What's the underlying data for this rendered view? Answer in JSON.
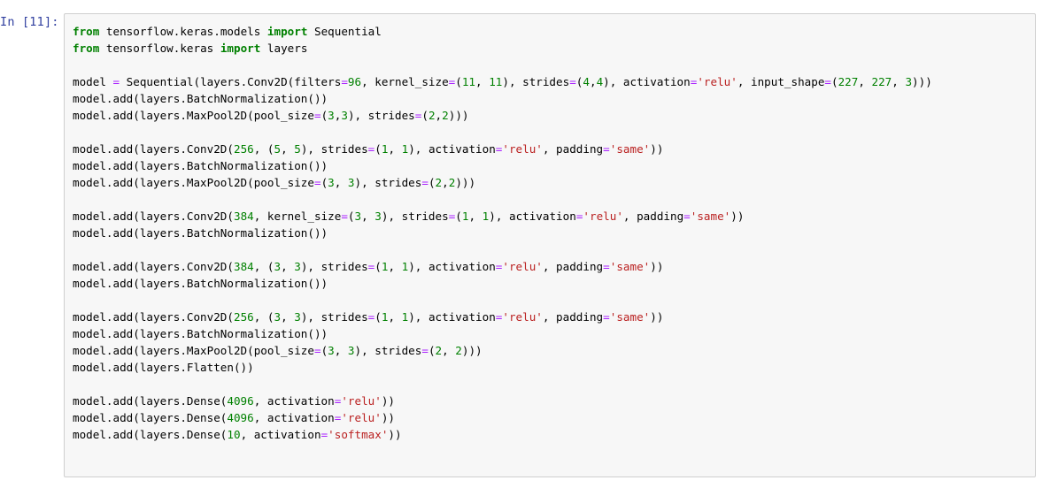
{
  "cell": {
    "prompt_label": "In [11]:",
    "cell_type": "code",
    "language": "python",
    "execution_count": 11,
    "colors": {
      "prompt": "#303f9f",
      "cell_background": "#f7f7f7",
      "cell_border": "#cfcfcf",
      "page_background": "#ffffff",
      "keyword": "#008000",
      "number": "#008000",
      "string": "#ba2121",
      "operator": "#aa22ff",
      "plain": "#000000"
    },
    "source_text": "from tensorflow.keras.models import Sequential\nfrom tensorflow.keras import layers\n\nmodel = Sequential(layers.Conv2D(filters=96, kernel_size=(11, 11), strides=(4,4), activation='relu', input_shape=(227, 227, 3)))\nmodel.add(layers.BatchNormalization())\nmodel.add(layers.MaxPool2D(pool_size=(3,3), strides=(2,2)))\n\nmodel.add(layers.Conv2D(256, (5, 5), strides=(1, 1), activation='relu', padding='same'))\nmodel.add(layers.BatchNormalization())\nmodel.add(layers.MaxPool2D(pool_size=(3, 3), strides=(2,2)))\n\nmodel.add(layers.Conv2D(384, kernel_size=(3, 3), strides=(1, 1), activation='relu', padding='same'))\nmodel.add(layers.BatchNormalization())\n\nmodel.add(layers.Conv2D(384, (3, 3), strides=(1, 1), activation='relu', padding='same'))\nmodel.add(layers.BatchNormalization())\n\nmodel.add(layers.Conv2D(256, (3, 3), strides=(1, 1), activation='relu', padding='same'))\nmodel.add(layers.BatchNormalization())\nmodel.add(layers.MaxPool2D(pool_size=(3, 3), strides=(2, 2)))\nmodel.add(layers.Flatten())\n\nmodel.add(layers.Dense(4096, activation='relu'))\nmodel.add(layers.Dense(4096, activation='relu'))\nmodel.add(layers.Dense(10, activation='softmax'))",
    "lines": [
      {
        "n": 1,
        "tokens": [
          {
            "t": "from",
            "c": "kw"
          },
          {
            "t": " tensorflow.keras.models ",
            "c": "plain"
          },
          {
            "t": "import",
            "c": "kw"
          },
          {
            "t": " Sequential",
            "c": "plain"
          }
        ]
      },
      {
        "n": 2,
        "tokens": [
          {
            "t": "from",
            "c": "kw"
          },
          {
            "t": " tensorflow.keras ",
            "c": "plain"
          },
          {
            "t": "import",
            "c": "kw"
          },
          {
            "t": " layers",
            "c": "plain"
          }
        ]
      },
      {
        "n": 3,
        "tokens": []
      },
      {
        "n": 4,
        "tokens": [
          {
            "t": "model ",
            "c": "plain"
          },
          {
            "t": "=",
            "c": "op"
          },
          {
            "t": " Sequential(layers.Conv2D(filters",
            "c": "plain"
          },
          {
            "t": "=",
            "c": "op"
          },
          {
            "t": "96",
            "c": "num"
          },
          {
            "t": ", kernel_size",
            "c": "plain"
          },
          {
            "t": "=",
            "c": "op"
          },
          {
            "t": "(",
            "c": "plain"
          },
          {
            "t": "11",
            "c": "num"
          },
          {
            "t": ", ",
            "c": "plain"
          },
          {
            "t": "11",
            "c": "num"
          },
          {
            "t": "), strides",
            "c": "plain"
          },
          {
            "t": "=",
            "c": "op"
          },
          {
            "t": "(",
            "c": "plain"
          },
          {
            "t": "4",
            "c": "num"
          },
          {
            "t": ",",
            "c": "plain"
          },
          {
            "t": "4",
            "c": "num"
          },
          {
            "t": "), activation",
            "c": "plain"
          },
          {
            "t": "=",
            "c": "op"
          },
          {
            "t": "'relu'",
            "c": "str"
          },
          {
            "t": ", input_shape",
            "c": "plain"
          },
          {
            "t": "=",
            "c": "op"
          },
          {
            "t": "(",
            "c": "plain"
          },
          {
            "t": "227",
            "c": "num"
          },
          {
            "t": ", ",
            "c": "plain"
          },
          {
            "t": "227",
            "c": "num"
          },
          {
            "t": ", ",
            "c": "plain"
          },
          {
            "t": "3",
            "c": "num"
          },
          {
            "t": ")))",
            "c": "plain"
          }
        ]
      },
      {
        "n": 5,
        "tokens": [
          {
            "t": "model.add(layers.BatchNormalization())",
            "c": "plain"
          }
        ]
      },
      {
        "n": 6,
        "tokens": [
          {
            "t": "model.add(layers.MaxPool2D(pool_size",
            "c": "plain"
          },
          {
            "t": "=",
            "c": "op"
          },
          {
            "t": "(",
            "c": "plain"
          },
          {
            "t": "3",
            "c": "num"
          },
          {
            "t": ",",
            "c": "plain"
          },
          {
            "t": "3",
            "c": "num"
          },
          {
            "t": "), strides",
            "c": "plain"
          },
          {
            "t": "=",
            "c": "op"
          },
          {
            "t": "(",
            "c": "plain"
          },
          {
            "t": "2",
            "c": "num"
          },
          {
            "t": ",",
            "c": "plain"
          },
          {
            "t": "2",
            "c": "num"
          },
          {
            "t": ")))",
            "c": "plain"
          }
        ]
      },
      {
        "n": 7,
        "tokens": []
      },
      {
        "n": 8,
        "tokens": [
          {
            "t": "model.add(layers.Conv2D(",
            "c": "plain"
          },
          {
            "t": "256",
            "c": "num"
          },
          {
            "t": ", (",
            "c": "plain"
          },
          {
            "t": "5",
            "c": "num"
          },
          {
            "t": ", ",
            "c": "plain"
          },
          {
            "t": "5",
            "c": "num"
          },
          {
            "t": "), strides",
            "c": "plain"
          },
          {
            "t": "=",
            "c": "op"
          },
          {
            "t": "(",
            "c": "plain"
          },
          {
            "t": "1",
            "c": "num"
          },
          {
            "t": ", ",
            "c": "plain"
          },
          {
            "t": "1",
            "c": "num"
          },
          {
            "t": "), activation",
            "c": "plain"
          },
          {
            "t": "=",
            "c": "op"
          },
          {
            "t": "'relu'",
            "c": "str"
          },
          {
            "t": ", padding",
            "c": "plain"
          },
          {
            "t": "=",
            "c": "op"
          },
          {
            "t": "'same'",
            "c": "str"
          },
          {
            "t": "))",
            "c": "plain"
          }
        ]
      },
      {
        "n": 9,
        "tokens": [
          {
            "t": "model.add(layers.BatchNormalization())",
            "c": "plain"
          }
        ]
      },
      {
        "n": 10,
        "tokens": [
          {
            "t": "model.add(layers.MaxPool2D(pool_size",
            "c": "plain"
          },
          {
            "t": "=",
            "c": "op"
          },
          {
            "t": "(",
            "c": "plain"
          },
          {
            "t": "3",
            "c": "num"
          },
          {
            "t": ", ",
            "c": "plain"
          },
          {
            "t": "3",
            "c": "num"
          },
          {
            "t": "), strides",
            "c": "plain"
          },
          {
            "t": "=",
            "c": "op"
          },
          {
            "t": "(",
            "c": "plain"
          },
          {
            "t": "2",
            "c": "num"
          },
          {
            "t": ",",
            "c": "plain"
          },
          {
            "t": "2",
            "c": "num"
          },
          {
            "t": ")))",
            "c": "plain"
          }
        ]
      },
      {
        "n": 11,
        "tokens": []
      },
      {
        "n": 12,
        "tokens": [
          {
            "t": "model.add(layers.Conv2D(",
            "c": "plain"
          },
          {
            "t": "384",
            "c": "num"
          },
          {
            "t": ", kernel_size",
            "c": "plain"
          },
          {
            "t": "=",
            "c": "op"
          },
          {
            "t": "(",
            "c": "plain"
          },
          {
            "t": "3",
            "c": "num"
          },
          {
            "t": ", ",
            "c": "plain"
          },
          {
            "t": "3",
            "c": "num"
          },
          {
            "t": "), strides",
            "c": "plain"
          },
          {
            "t": "=",
            "c": "op"
          },
          {
            "t": "(",
            "c": "plain"
          },
          {
            "t": "1",
            "c": "num"
          },
          {
            "t": ", ",
            "c": "plain"
          },
          {
            "t": "1",
            "c": "num"
          },
          {
            "t": "), activation",
            "c": "plain"
          },
          {
            "t": "=",
            "c": "op"
          },
          {
            "t": "'relu'",
            "c": "str"
          },
          {
            "t": ", padding",
            "c": "plain"
          },
          {
            "t": "=",
            "c": "op"
          },
          {
            "t": "'same'",
            "c": "str"
          },
          {
            "t": "))",
            "c": "plain"
          }
        ]
      },
      {
        "n": 13,
        "tokens": [
          {
            "t": "model.add(layers.BatchNormalization())",
            "c": "plain"
          }
        ]
      },
      {
        "n": 14,
        "tokens": []
      },
      {
        "n": 15,
        "tokens": [
          {
            "t": "model.add(layers.Conv2D(",
            "c": "plain"
          },
          {
            "t": "384",
            "c": "num"
          },
          {
            "t": ", (",
            "c": "plain"
          },
          {
            "t": "3",
            "c": "num"
          },
          {
            "t": ", ",
            "c": "plain"
          },
          {
            "t": "3",
            "c": "num"
          },
          {
            "t": "), strides",
            "c": "plain"
          },
          {
            "t": "=",
            "c": "op"
          },
          {
            "t": "(",
            "c": "plain"
          },
          {
            "t": "1",
            "c": "num"
          },
          {
            "t": ", ",
            "c": "plain"
          },
          {
            "t": "1",
            "c": "num"
          },
          {
            "t": "), activation",
            "c": "plain"
          },
          {
            "t": "=",
            "c": "op"
          },
          {
            "t": "'relu'",
            "c": "str"
          },
          {
            "t": ", padding",
            "c": "plain"
          },
          {
            "t": "=",
            "c": "op"
          },
          {
            "t": "'same'",
            "c": "str"
          },
          {
            "t": "))",
            "c": "plain"
          }
        ]
      },
      {
        "n": 16,
        "tokens": [
          {
            "t": "model.add(layers.BatchNormalization())",
            "c": "plain"
          }
        ]
      },
      {
        "n": 17,
        "tokens": []
      },
      {
        "n": 18,
        "tokens": [
          {
            "t": "model.add(layers.Conv2D(",
            "c": "plain"
          },
          {
            "t": "256",
            "c": "num"
          },
          {
            "t": ", (",
            "c": "plain"
          },
          {
            "t": "3",
            "c": "num"
          },
          {
            "t": ", ",
            "c": "plain"
          },
          {
            "t": "3",
            "c": "num"
          },
          {
            "t": "), strides",
            "c": "plain"
          },
          {
            "t": "=",
            "c": "op"
          },
          {
            "t": "(",
            "c": "plain"
          },
          {
            "t": "1",
            "c": "num"
          },
          {
            "t": ", ",
            "c": "plain"
          },
          {
            "t": "1",
            "c": "num"
          },
          {
            "t": "), activation",
            "c": "plain"
          },
          {
            "t": "=",
            "c": "op"
          },
          {
            "t": "'relu'",
            "c": "str"
          },
          {
            "t": ", padding",
            "c": "plain"
          },
          {
            "t": "=",
            "c": "op"
          },
          {
            "t": "'same'",
            "c": "str"
          },
          {
            "t": "))",
            "c": "plain"
          }
        ]
      },
      {
        "n": 19,
        "tokens": [
          {
            "t": "model.add(layers.BatchNormalization())",
            "c": "plain"
          }
        ]
      },
      {
        "n": 20,
        "tokens": [
          {
            "t": "model.add(layers.MaxPool2D(pool_size",
            "c": "plain"
          },
          {
            "t": "=",
            "c": "op"
          },
          {
            "t": "(",
            "c": "plain"
          },
          {
            "t": "3",
            "c": "num"
          },
          {
            "t": ", ",
            "c": "plain"
          },
          {
            "t": "3",
            "c": "num"
          },
          {
            "t": "), strides",
            "c": "plain"
          },
          {
            "t": "=",
            "c": "op"
          },
          {
            "t": "(",
            "c": "plain"
          },
          {
            "t": "2",
            "c": "num"
          },
          {
            "t": ", ",
            "c": "plain"
          },
          {
            "t": "2",
            "c": "num"
          },
          {
            "t": ")))",
            "c": "plain"
          }
        ]
      },
      {
        "n": 21,
        "tokens": [
          {
            "t": "model.add(layers.Flatten())",
            "c": "plain"
          }
        ]
      },
      {
        "n": 22,
        "tokens": []
      },
      {
        "n": 23,
        "tokens": [
          {
            "t": "model.add(layers.Dense(",
            "c": "plain"
          },
          {
            "t": "4096",
            "c": "num"
          },
          {
            "t": ", activation",
            "c": "plain"
          },
          {
            "t": "=",
            "c": "op"
          },
          {
            "t": "'relu'",
            "c": "str"
          },
          {
            "t": "))",
            "c": "plain"
          }
        ]
      },
      {
        "n": 24,
        "tokens": [
          {
            "t": "model.add(layers.Dense(",
            "c": "plain"
          },
          {
            "t": "4096",
            "c": "num"
          },
          {
            "t": ", activation",
            "c": "plain"
          },
          {
            "t": "=",
            "c": "op"
          },
          {
            "t": "'relu'",
            "c": "str"
          },
          {
            "t": "))",
            "c": "plain"
          }
        ]
      },
      {
        "n": 25,
        "tokens": [
          {
            "t": "model.add(layers.Dense(",
            "c": "plain"
          },
          {
            "t": "10",
            "c": "num"
          },
          {
            "t": ", activation",
            "c": "plain"
          },
          {
            "t": "=",
            "c": "op"
          },
          {
            "t": "'softmax'",
            "c": "str"
          },
          {
            "t": "))",
            "c": "plain"
          }
        ]
      }
    ]
  }
}
